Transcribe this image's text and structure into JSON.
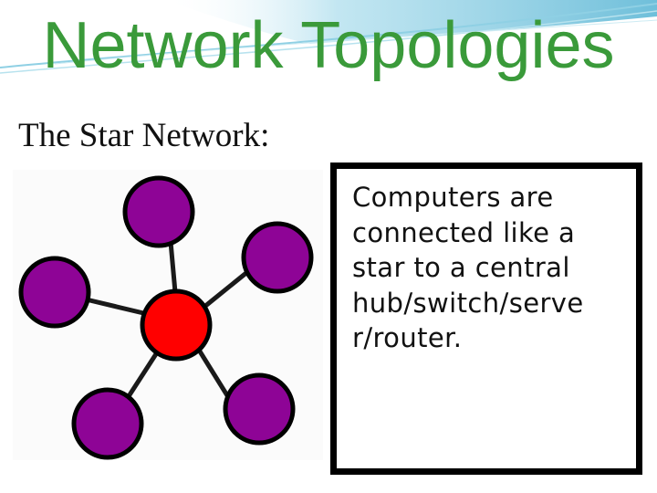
{
  "slide": {
    "title": "Network Topologies",
    "subtitle": "The Star Network:",
    "description_lines": [
      "Computers are",
      "connected like a",
      "star to a central",
      "hub/switch/serve",
      "r/router."
    ]
  },
  "diagram": {
    "topology": "star",
    "center_node": {
      "color": "#ff0000"
    },
    "outer_nodes": {
      "count": 5,
      "color": "#8e0496"
    },
    "link_color": "#1a1a1a",
    "node_outline": "#000000"
  },
  "theme": {
    "title_color": "#3a9a3a",
    "swoosh_color": "#7fc8de"
  }
}
